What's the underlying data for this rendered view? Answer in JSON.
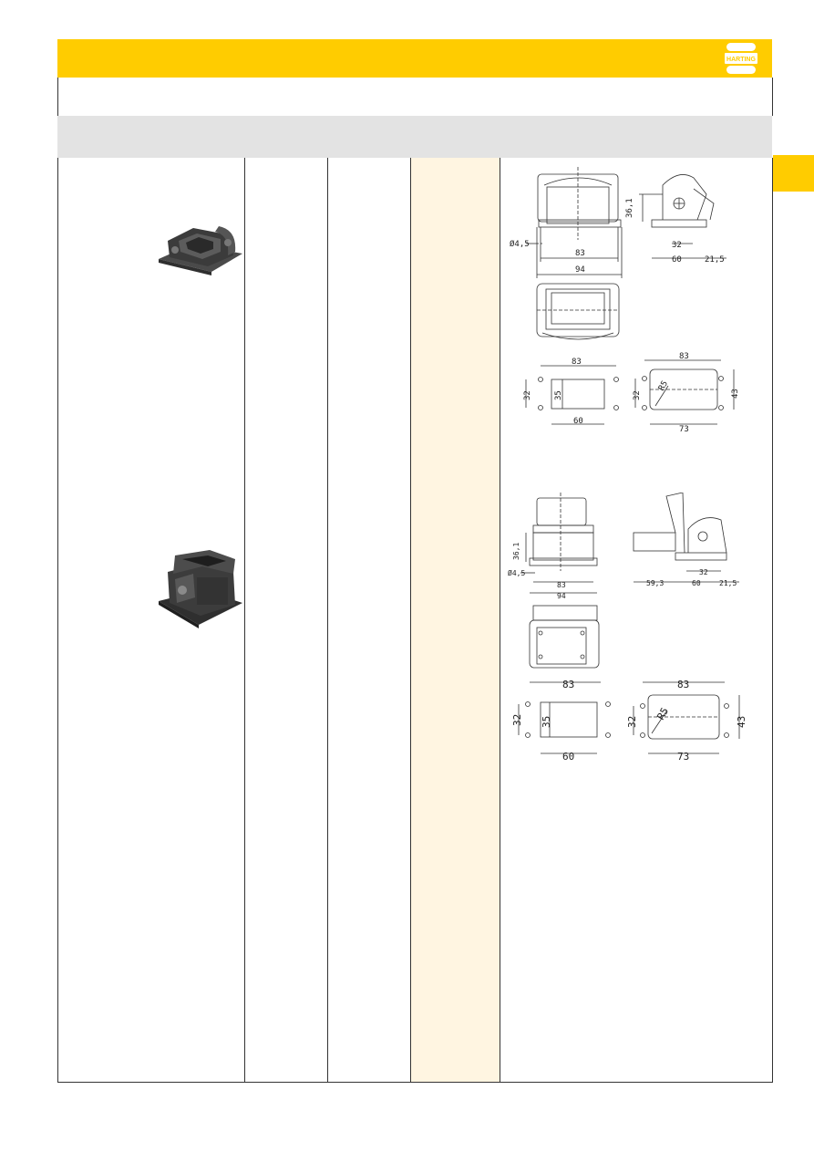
{
  "brand": {
    "logo_text": "HARTING",
    "accent": "#ffcc00",
    "column_tint": "#fff5e1"
  },
  "drawing1": {
    "front": {
      "dia": "Ø4,5",
      "w83": "83",
      "w94": "94"
    },
    "side": {
      "h": "36,1",
      "d32": "32",
      "d60": "60",
      "d215": "21,5"
    },
    "cutout": {
      "w83": "83",
      "h32": "32",
      "h35": "35",
      "w60": "60"
    },
    "mount": {
      "w83": "83",
      "h32": "32",
      "r": "R5",
      "h43": "43",
      "w73": "73"
    }
  },
  "drawing2": {
    "front": {
      "h": "36,1",
      "dia": "Ø4,5",
      "w83": "83",
      "w94": "94"
    },
    "side": {
      "d593": "59,3",
      "d32": "32",
      "d60": "60",
      "d215": "21,5"
    },
    "cutout": {
      "w83": "83",
      "h32": "32",
      "h35": "35",
      "w60": "60"
    },
    "mount": {
      "w83": "83",
      "h32": "32",
      "r": "R5",
      "h43": "43",
      "w73": "73"
    }
  }
}
